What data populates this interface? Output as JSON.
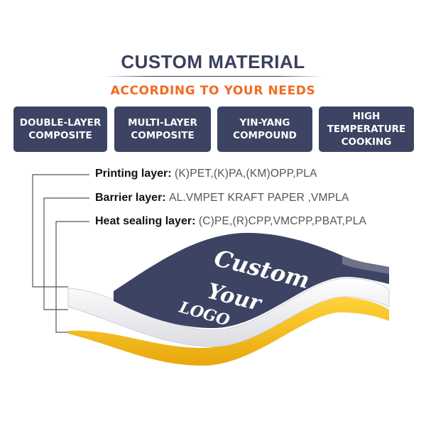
{
  "header": {
    "title": "CUSTOM MATERIAL",
    "subtitle": "ACCORDING TO YOUR NEEDS"
  },
  "tabs": [
    {
      "label": "DOUBLE-LAYER\nCOMPOSITE"
    },
    {
      "label": "MULTI-LAYER\nCOMPOSITE"
    },
    {
      "label": "YIN-YANG\nCOMPOUND"
    },
    {
      "label": "HIGH\nTEMPERATURE\nCOOKING"
    }
  ],
  "layers": [
    {
      "label": "Printing layer:",
      "value": "(K)PET,(K)PA,(KM)OPP,PLA"
    },
    {
      "label": "Barrier layer:",
      "value": "AL.VMPET KRAFT PAPER ,VMPLA"
    },
    {
      "label": "Heat sealing layer:",
      "value": "(C)PE,(R)CPP,VMCPP,PBAT,PLA"
    }
  ],
  "illustration": {
    "logo_text": [
      "Custom",
      "Your",
      "LOGO"
    ]
  },
  "colors": {
    "accent_navy": "#3d4363",
    "title_navy": "#3a3f5c",
    "subtitle_orange": "#f26a21",
    "sealing_yellow": "#f5c21b"
  }
}
